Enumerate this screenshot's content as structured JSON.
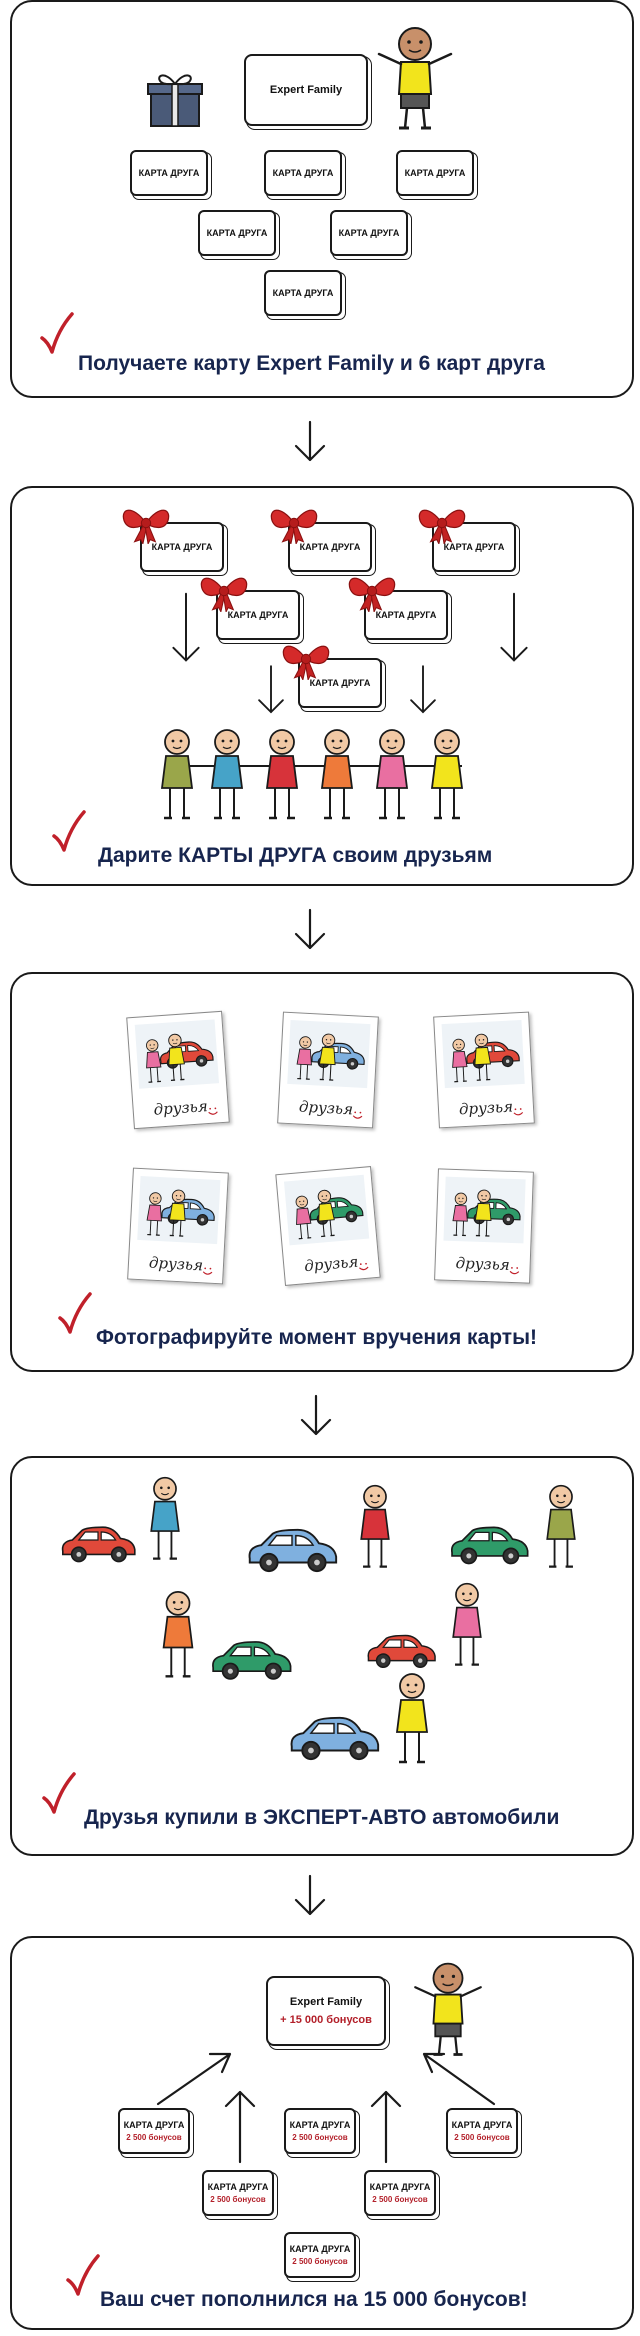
{
  "step1": {
    "center_card": "Expert Family",
    "friend_cards": [
      "КАРТА ДРУГА",
      "КАРТА ДРУГА",
      "КАРТА ДРУГА",
      "КАРТА ДРУГА",
      "КАРТА ДРУГА",
      "КАРТА ДРУГА"
    ],
    "caption": "Получаете карту Expert Family и 6 карт друга"
  },
  "step2": {
    "friend_cards": [
      "КАРТА ДРУГА",
      "КАРТА ДРУГА",
      "КАРТА ДРУГА",
      "КАРТА ДРУГА",
      "КАРТА ДРУГА",
      "КАРТА ДРУГА"
    ],
    "caption": "Дарите КАРТЫ ДРУГА своим друзьям"
  },
  "step3": {
    "photo_label": "друзья",
    "caption": "Фотографируйте момент вручения карты!"
  },
  "step4": {
    "caption": "Друзья купили в ЭКСПЕРТ-АВТО автомобили"
  },
  "step5": {
    "center_card": "Expert Family",
    "center_bonus": "+ 15 000 бонусов",
    "friend_cards": [
      "КАРТА ДРУГА",
      "КАРТА ДРУГА",
      "КАРТА ДРУГА",
      "КАРТА ДРУГА",
      "КАРТА ДРУГА",
      "КАРТА ДРУГА"
    ],
    "friend_bonus": "2 500 бонусов",
    "caption": "Ваш счет пополнился на 15 000 бонусов!"
  },
  "colors": {
    "caption_navy": "#17254e",
    "check_red": "#c0202a",
    "bonus_red": "#b3202a",
    "bow_red": "#d42a2a"
  }
}
